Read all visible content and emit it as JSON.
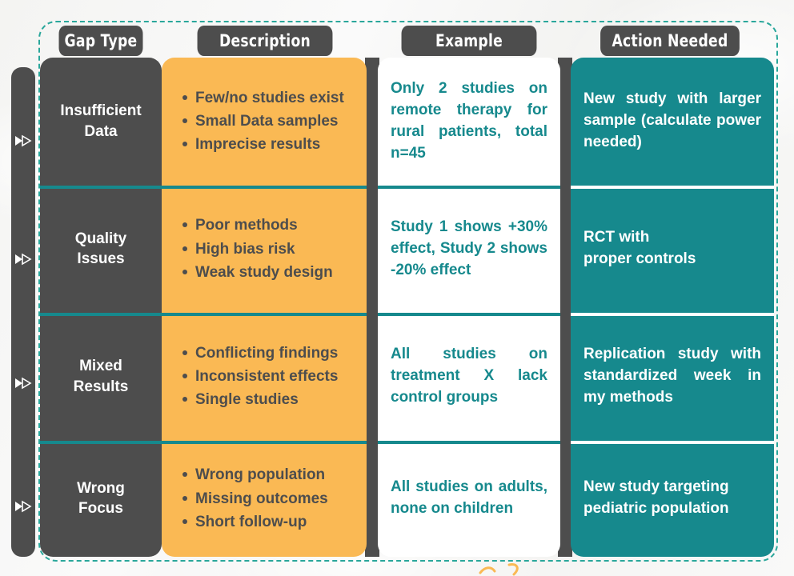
{
  "frame": {
    "accent_teal": "#16898d",
    "accent_orange": "#fab954",
    "dark": "#4d4d4d",
    "dashed_border_color": "#2aa79b"
  },
  "headers": [
    {
      "id": "gap-type",
      "label": "Gap Type"
    },
    {
      "id": "description",
      "label": "Description"
    },
    {
      "id": "example",
      "label": "Example"
    },
    {
      "id": "action-needed",
      "label": "Action Needed"
    }
  ],
  "rail": {
    "icon": "fast-forward-icon",
    "markers": 4
  },
  "rows": [
    {
      "gap_type": "Insufficient\nData",
      "description": [
        "Few/no studies exist",
        "Small Data samples",
        "Imprecise results"
      ],
      "example": "Only 2 studies  on remote therapy for rural patients, total n=45",
      "action": "New study with larger sample (calculate power needed)"
    },
    {
      "gap_type": "Quality\nIssues",
      "description": [
        "Poor methods",
        "High bias risk",
        "Weak study design"
      ],
      "example": "Study 1 shows +30% effect, Study 2 shows -20% effect",
      "action": "RCT with\nproper controls"
    },
    {
      "gap_type": "Mixed\nResults",
      "description": [
        "Conflicting findings",
        "Inconsistent effects",
        "Single studies"
      ],
      "example": "All studies on treatment X lack control groups",
      "action": "Replication study with standardized week in my methods"
    },
    {
      "gap_type": "Wrong\nFocus",
      "description": [
        "Wrong population",
        "Missing outcomes",
        "Short follow-up"
      ],
      "example": "All studies on adults, none on children",
      "action": "New study targeting pediatric population"
    }
  ]
}
